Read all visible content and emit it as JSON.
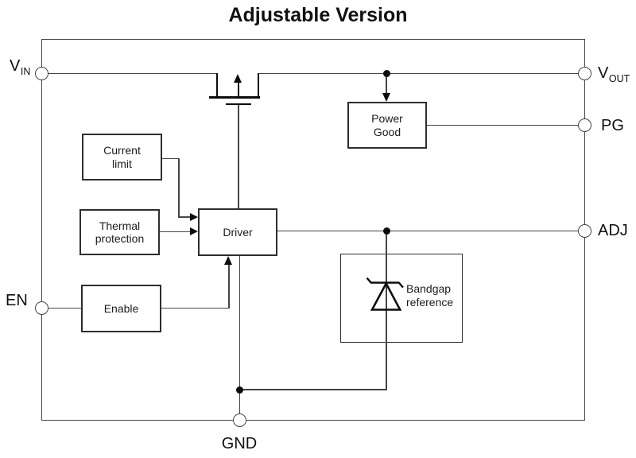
{
  "title": "Adjustable Version",
  "pins": {
    "vin": {
      "base": "V",
      "sub": "IN"
    },
    "vout": {
      "base": "V",
      "sub": "OUT"
    },
    "pg": "PG",
    "adj": "ADJ",
    "en": "EN",
    "gnd": "GND"
  },
  "blocks": {
    "current_limit": {
      "line1": "Current",
      "line2": "limit"
    },
    "thermal_protection": {
      "line1": "Thermal",
      "line2": "protection"
    },
    "driver": {
      "label": "Driver"
    },
    "enable": {
      "label": "Enable"
    },
    "power_good": {
      "line1": "Power",
      "line2": "Good"
    },
    "bandgap_reference": {
      "line1": "Bandgap",
      "line2": "reference"
    }
  },
  "colors": {
    "wire": "#454545",
    "box": "#2e2e2e",
    "ink": "#0d0d0d",
    "text": "#1c1c1c",
    "bg": "#ffffff"
  }
}
